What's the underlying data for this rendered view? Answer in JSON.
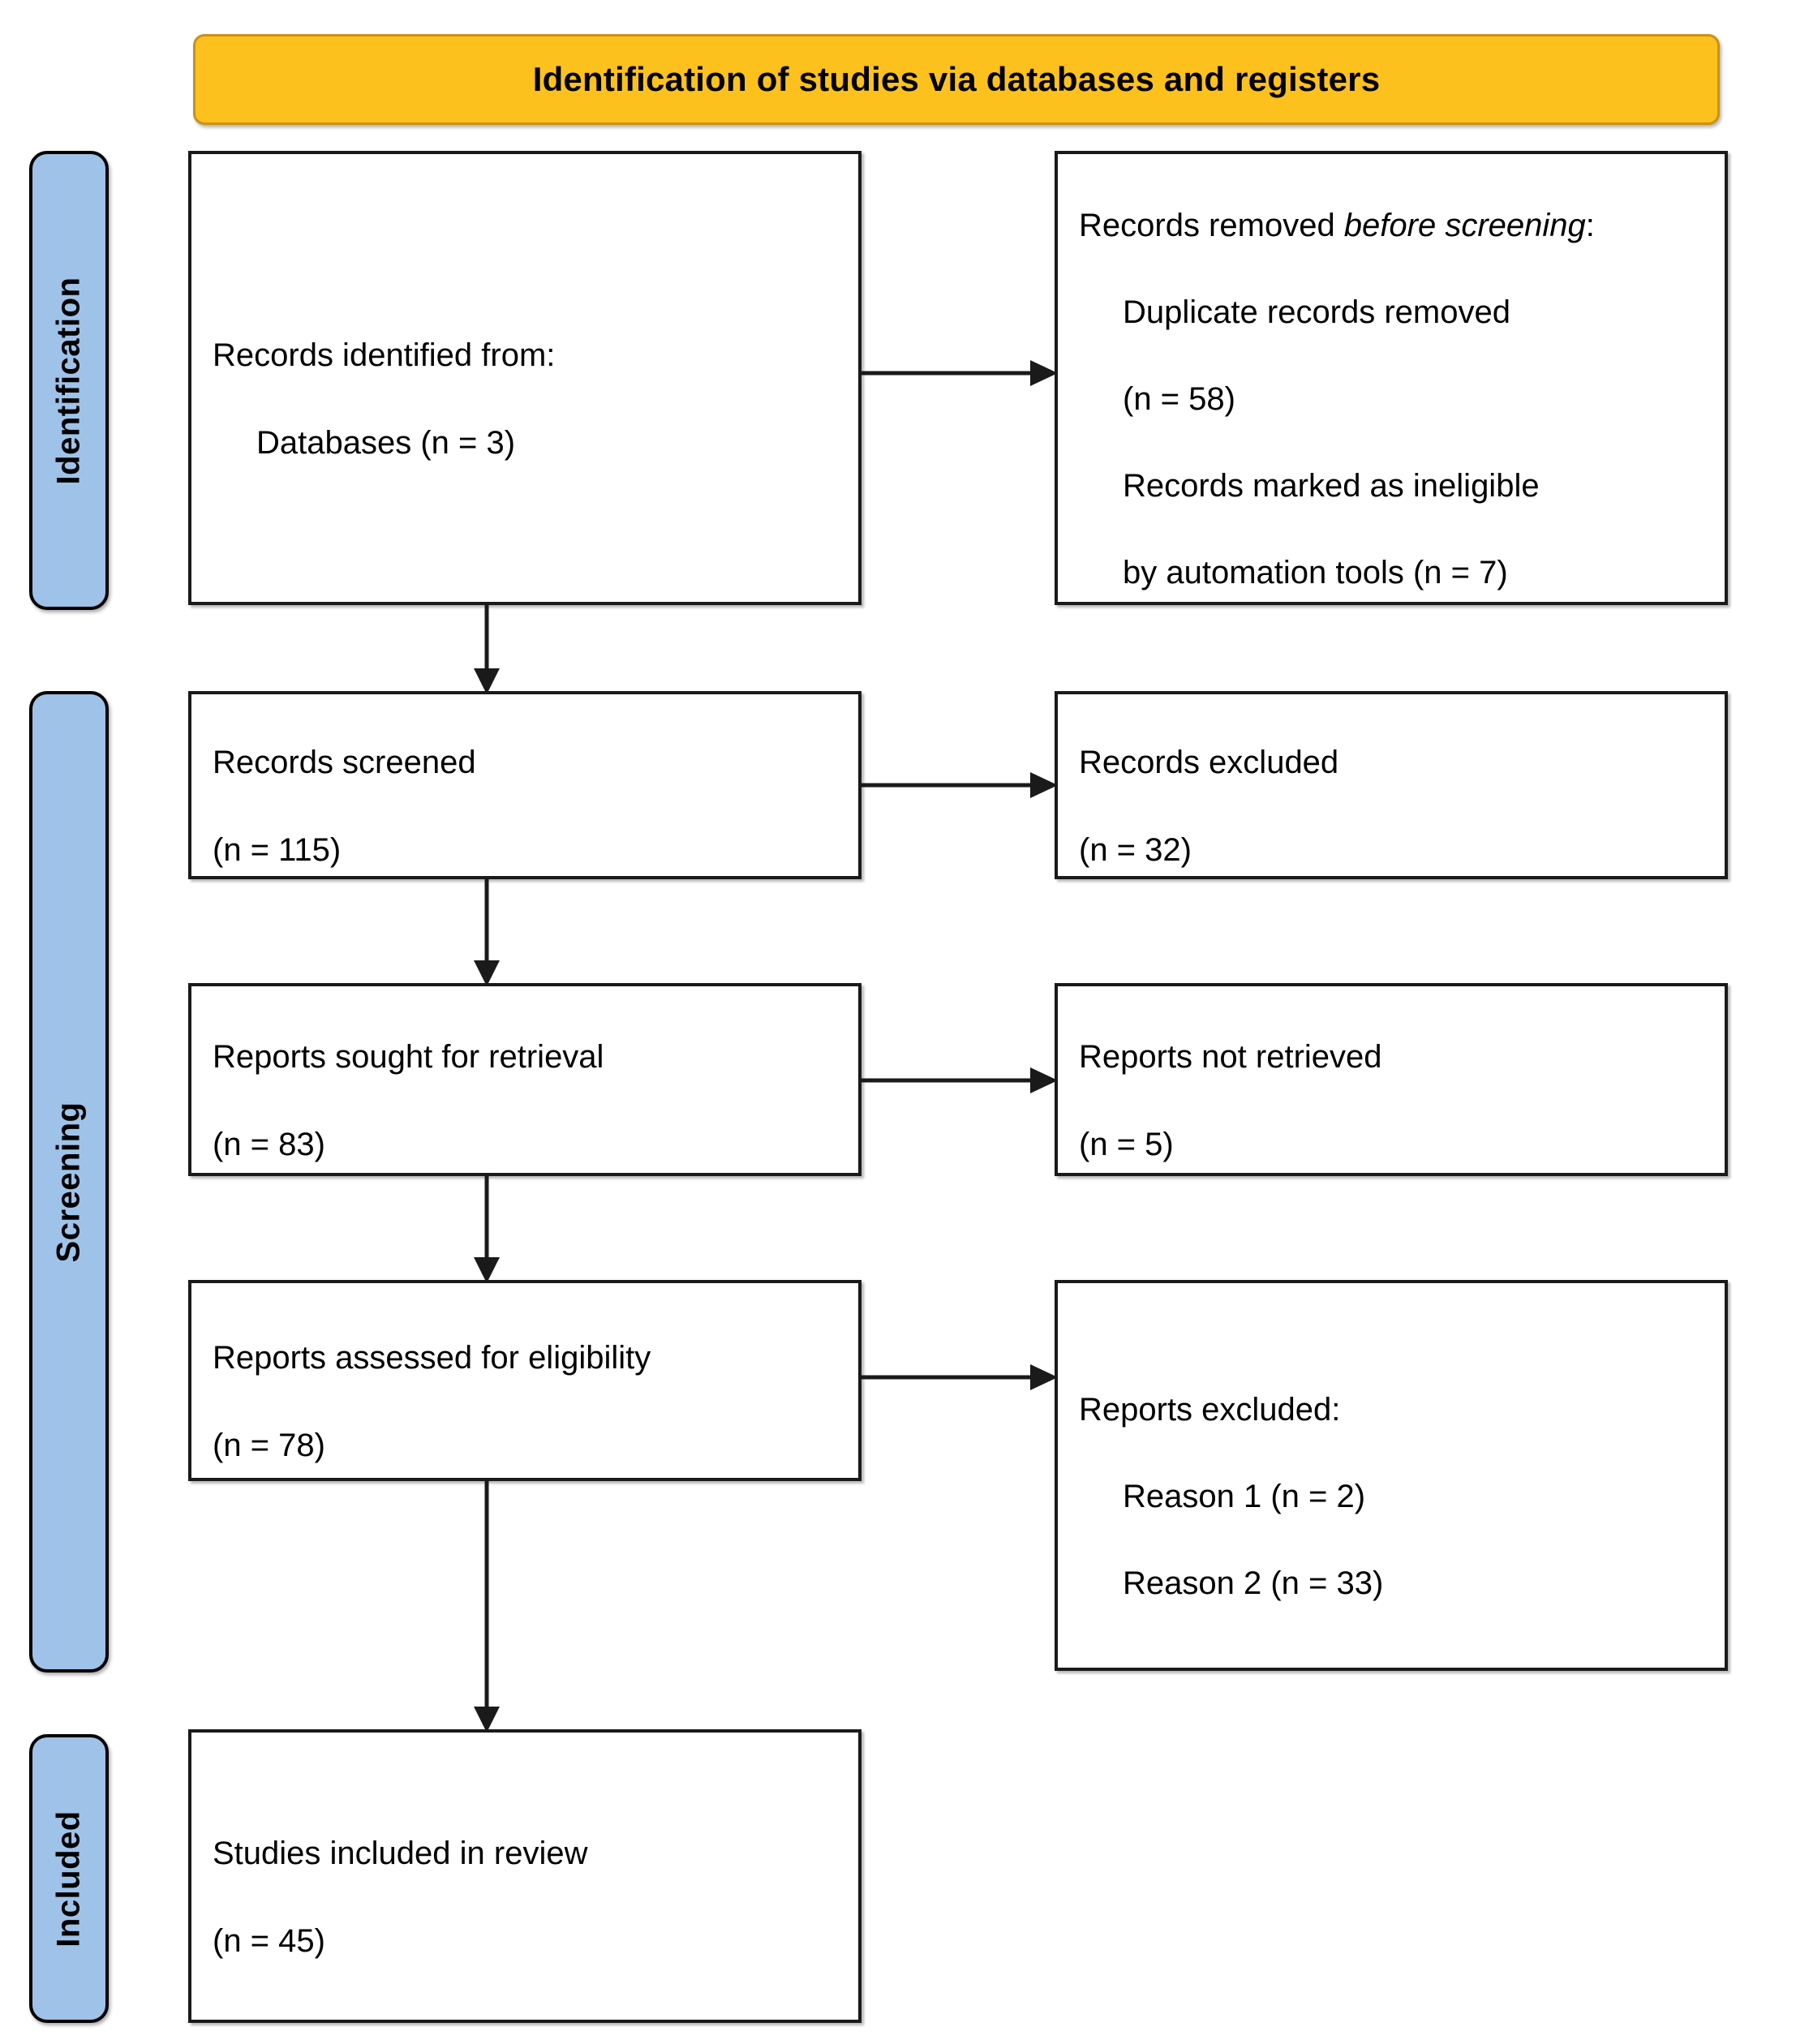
{
  "title": {
    "text": "Identification of studies via databases and registers"
  },
  "colors": {
    "banner_fill": "#FDC11E",
    "banner_border": "#C8921A",
    "stage_fill": "#9FC2E8",
    "box_border": "#1A1A1A",
    "box_fill": "#FFFFFF",
    "text": "#000000"
  },
  "stages": [
    {
      "id": "identification",
      "label": "Identification"
    },
    {
      "id": "screening",
      "label": "Screening"
    },
    {
      "id": "included",
      "label": "Included"
    }
  ],
  "boxes": {
    "identified": {
      "line1": "Records identified from:",
      "line2": "Databases (n = 3)",
      "count_databases": 3
    },
    "removed": {
      "lead_plain": "Records removed ",
      "lead_italic": "before screening",
      "lead_colon": ":",
      "item1_a": "Duplicate records removed",
      "item1_b": "(n = 58)",
      "item2_a": "Records marked as ineligible",
      "item2_b": "by automation tools (n = 7)",
      "count_duplicates": 58,
      "count_automation": 7
    },
    "screened": {
      "line1": "Records screened",
      "line2": "(n = 115)",
      "count": 115
    },
    "records_excluded": {
      "line1": "Records excluded",
      "line2": "(n = 32)",
      "count": 32
    },
    "sought": {
      "line1": "Reports sought for retrieval",
      "line2": "(n = 83)",
      "count": 83
    },
    "not_retrieved": {
      "line1": "Reports not retrieved",
      "line2": "(n = 5)",
      "count": 5
    },
    "assessed": {
      "line1": "Reports assessed for eligibility",
      "line2": "(n = 78)",
      "count": 78
    },
    "reports_excluded": {
      "line1": "Reports excluded:",
      "reason1": "Reason 1 (n = 2)",
      "reason2": "Reason 2 (n = 33)",
      "count_reason1": 2,
      "count_reason2": 33
    },
    "included": {
      "line1": "Studies included in review",
      "line2": "(n = 45)",
      "count": 45
    }
  },
  "connectors": [
    {
      "id": "identified-to-removed",
      "direction": "right"
    },
    {
      "id": "identified-to-screened",
      "direction": "down"
    },
    {
      "id": "screened-to-records-excluded",
      "direction": "right"
    },
    {
      "id": "screened-to-sought",
      "direction": "down"
    },
    {
      "id": "sought-to-not-retrieved",
      "direction": "right"
    },
    {
      "id": "sought-to-assessed",
      "direction": "down"
    },
    {
      "id": "assessed-to-reports-excluded",
      "direction": "right"
    },
    {
      "id": "assessed-to-included",
      "direction": "down"
    }
  ]
}
